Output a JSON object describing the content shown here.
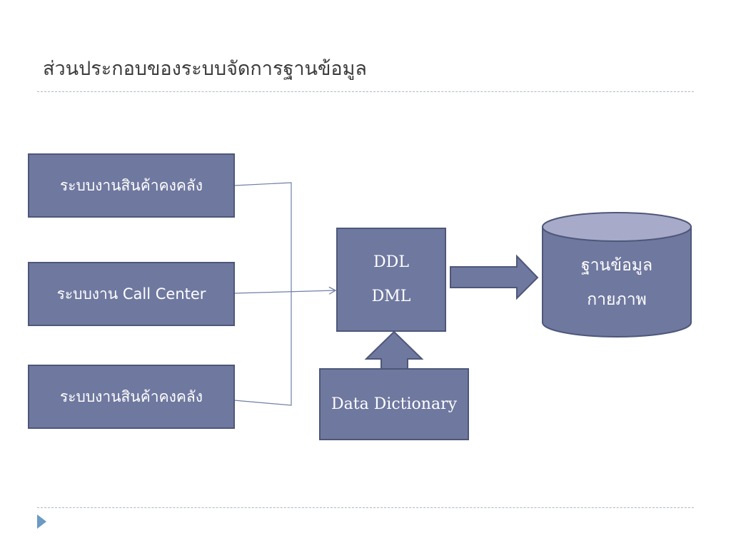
{
  "slide": {
    "title": "ส่วนประกอบของระบบจัดการฐานข้อมูล"
  },
  "diagram": {
    "sources": [
      {
        "label": "ระบบงานสินค้าคงคลัง"
      },
      {
        "label": "ระบบงาน Call Center"
      },
      {
        "label": "ระบบงานสินค้าคงคลัง"
      }
    ],
    "dbms": {
      "lines": [
        "DDL",
        "DML"
      ]
    },
    "dictionary": {
      "label": "Data Dictionary"
    },
    "database": {
      "lines": [
        "ฐานข้อมูล",
        "กายภาพ"
      ]
    },
    "colors": {
      "box_fill": "#6f789f",
      "box_border": "#4e5779",
      "cylinder_top": "#a7aac8",
      "connector": "#6f7fa8",
      "rule": "#a9b8c4",
      "bullet": "#6b9ac4"
    }
  },
  "footer": {
    "icon": "play-triangle-icon"
  }
}
